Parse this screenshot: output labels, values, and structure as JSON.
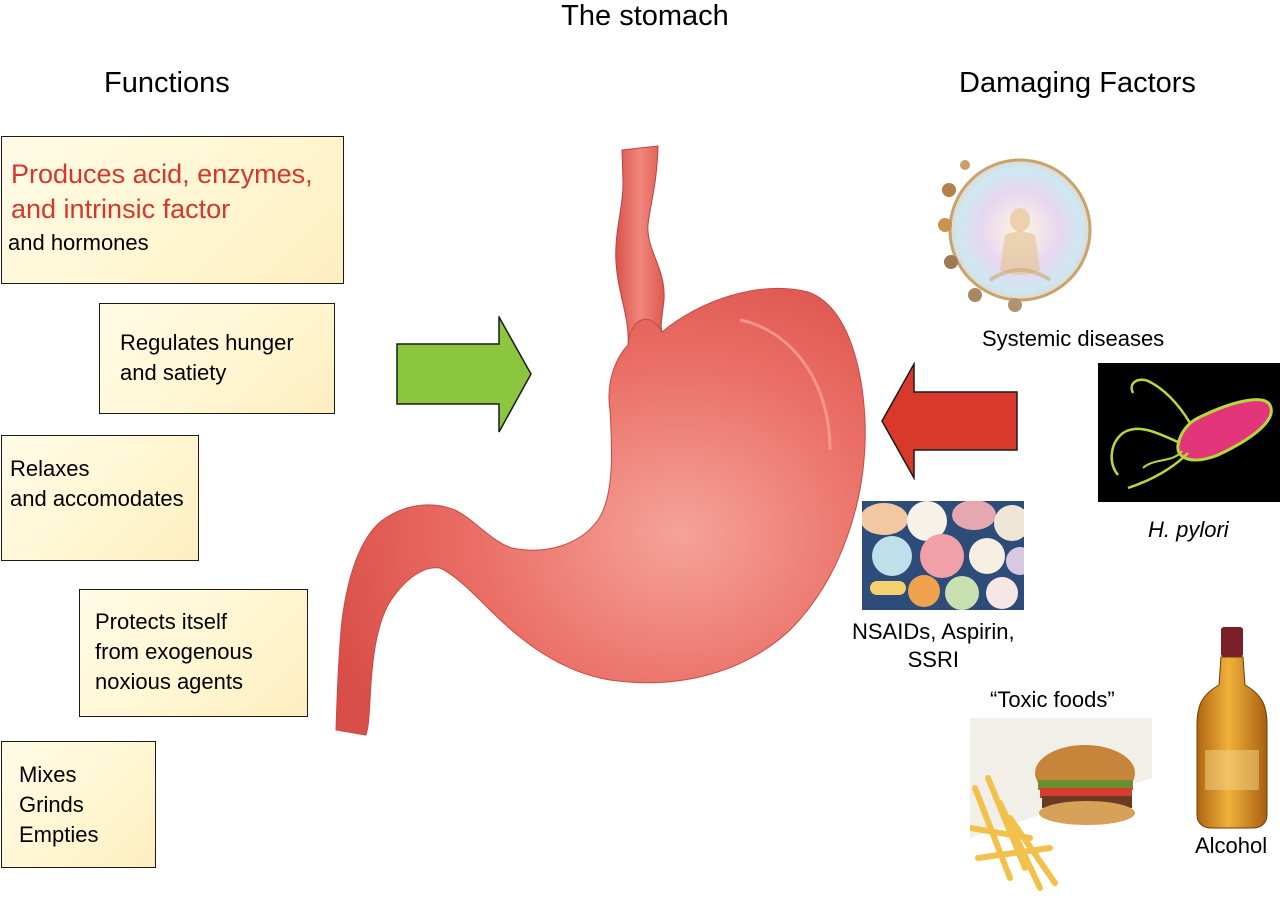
{
  "title": "The stomach",
  "headings": {
    "functions": "Functions",
    "damaging_factors": "Damaging Factors"
  },
  "functions": {
    "acid": {
      "red_line1": "Produces acid, enzymes,",
      "red_line2": "and intrinsic factor",
      "black_line": "and hormones"
    },
    "hunger": {
      "line1": "Regulates hunger",
      "line2": "and satiety"
    },
    "relaxes": {
      "line1": "Relaxes",
      "line2": "and accomodates"
    },
    "protects": {
      "line1": "Protects itself",
      "line2": "from exogenous",
      "line3": "noxious agents"
    },
    "mixes": {
      "line1": "Mixes",
      "line2": "Grinds",
      "line3": "Empties"
    }
  },
  "damaging_factors": {
    "systemic": "Systemic diseases",
    "hpylori": "H. pylori",
    "nsaids_line1": "NSAIDs, Aspirin,",
    "nsaids_line2": "SSRI",
    "toxic_foods": "“Toxic foods”",
    "alcohol": "Alcohol"
  },
  "colors": {
    "function_red_text": "#d6362b",
    "green_arrow": "#8cc63f",
    "red_arrow": "#d8392b",
    "stomach": "#e8675f"
  }
}
